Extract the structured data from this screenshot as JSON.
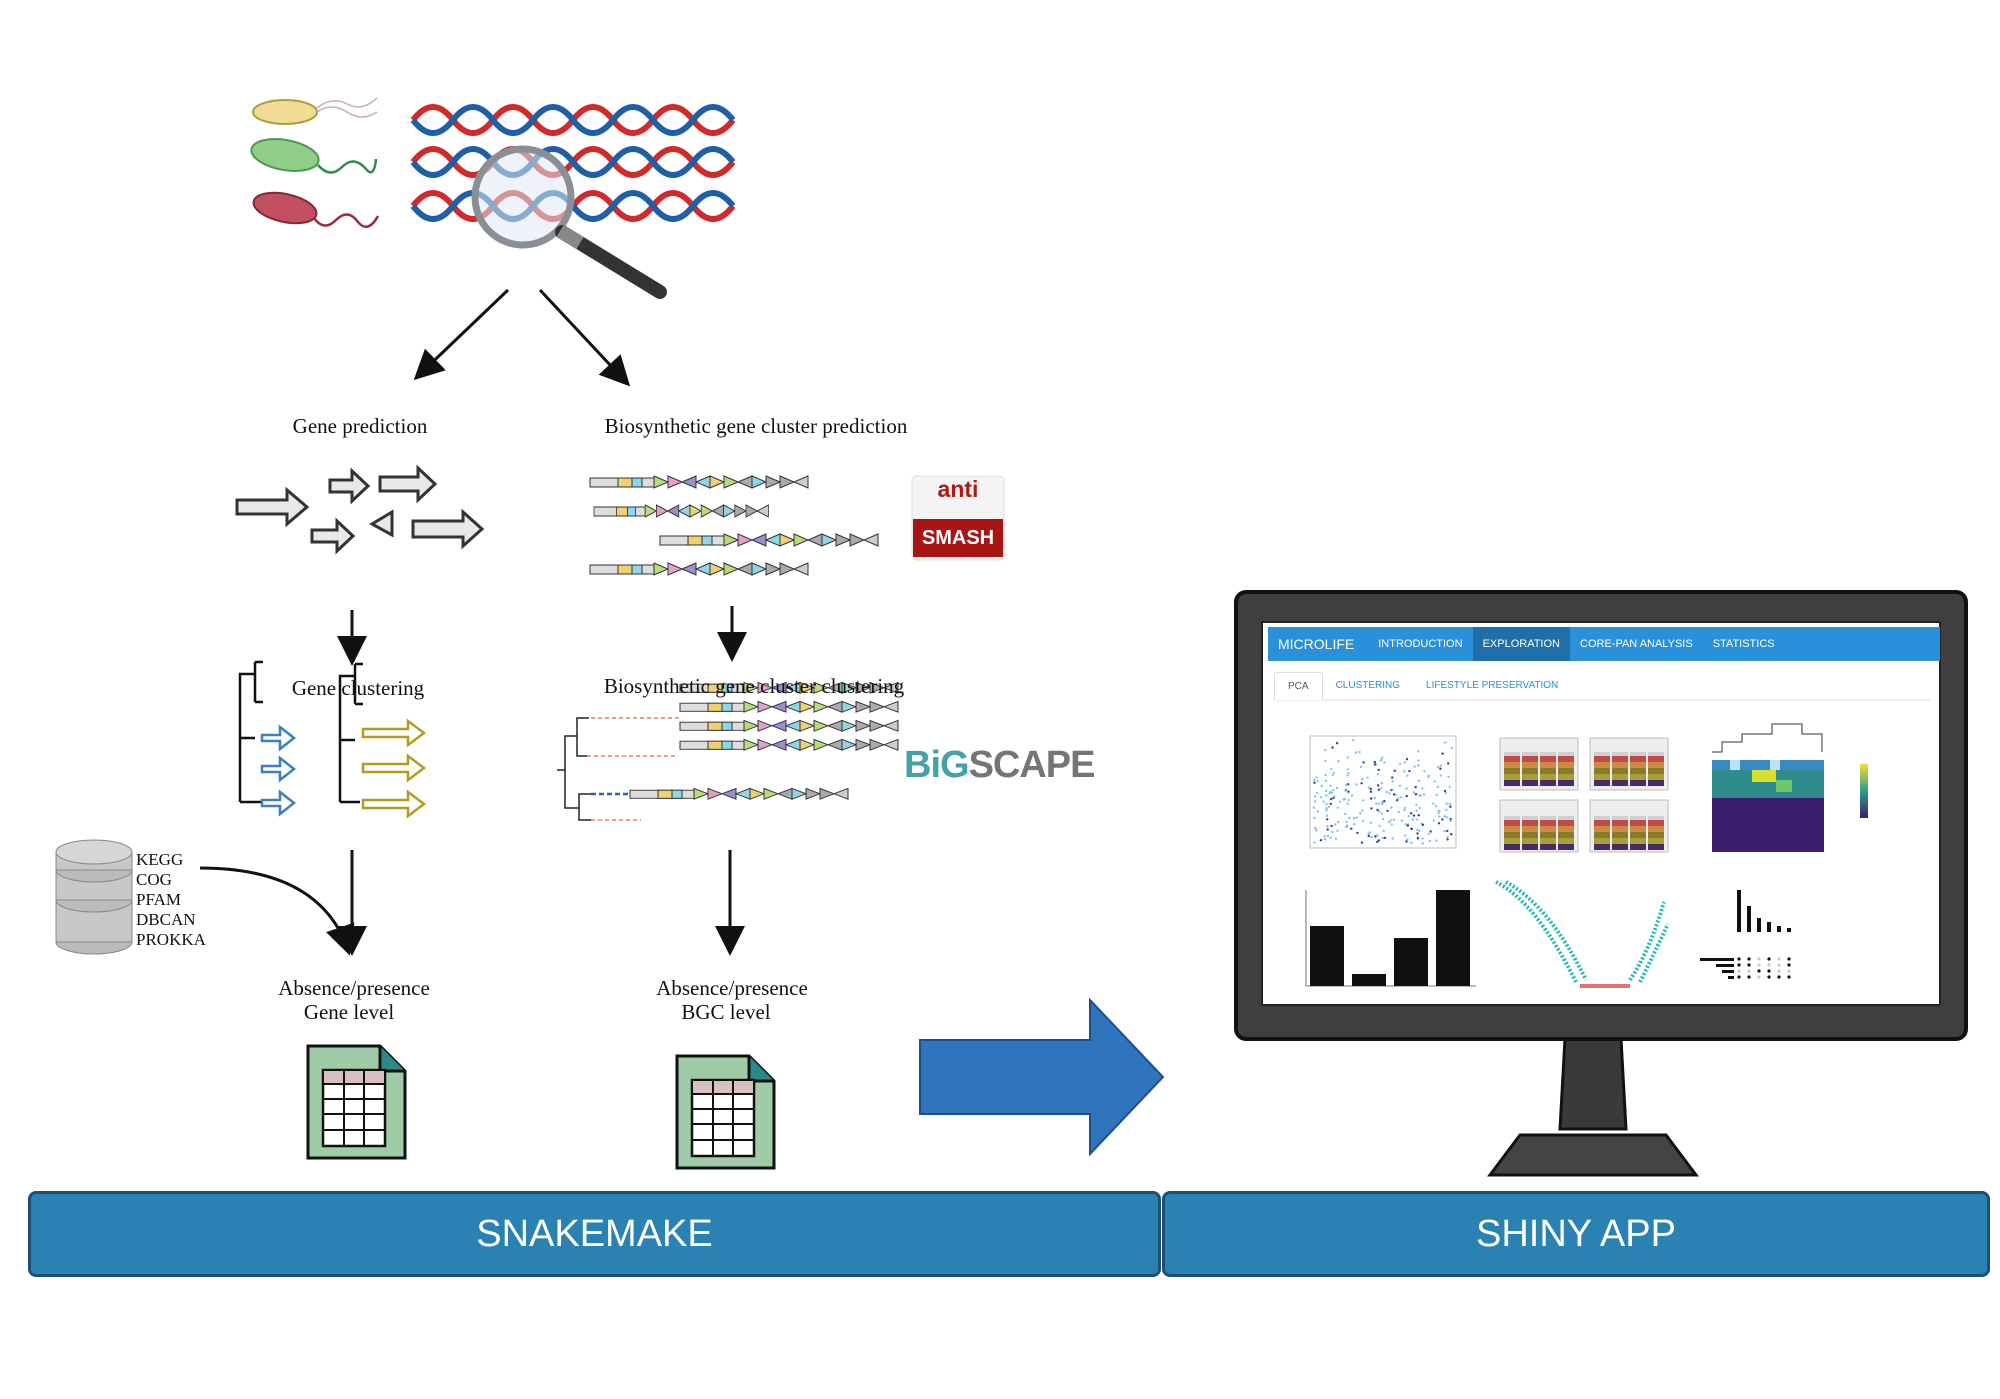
{
  "labels": {
    "gene_prediction": "Gene prediction",
    "bgc_prediction": "Biosynthetic gene cluster prediction",
    "gene_clustering": "Gene clustering",
    "bgc_clustering": "Biosynthetic gene cluster clustering",
    "absence_gene_line1": "Absence/presence",
    "absence_gene_line2": "Gene level",
    "absence_bgc_line1": "Absence/presence",
    "absence_bgc_line2": "BGC level"
  },
  "databases": [
    "KEGG",
    "COG",
    "PFAM",
    "DBCAN",
    "PROKKA"
  ],
  "logos": {
    "antismash_top": "anti",
    "antismash_bottom": "SMASH",
    "bigscape_a": "BiG",
    "bigscape_b": "SCAPE"
  },
  "bars": {
    "left": "SNAKEMAKE",
    "right": "SHINY APP"
  },
  "app": {
    "brand": "MICROLIFE",
    "nav": [
      "INTRODUCTION",
      "EXPLORATION",
      "CORE-PAN ANALYSIS",
      "STATISTICS"
    ],
    "active_nav": "EXPLORATION",
    "tabs": [
      "PCA",
      "CLUSTERING",
      "LIFESTYLE PRESERVATION"
    ],
    "active_tab": "PCA"
  },
  "colors": {
    "bar_fill": "#2a82b3",
    "big_arrow": "#2f74bd",
    "dna_red": "#d12a2a",
    "dna_blue": "#1f5fa8",
    "nav_blue": "#2a90d9",
    "table_green": "#8fc3a0"
  }
}
